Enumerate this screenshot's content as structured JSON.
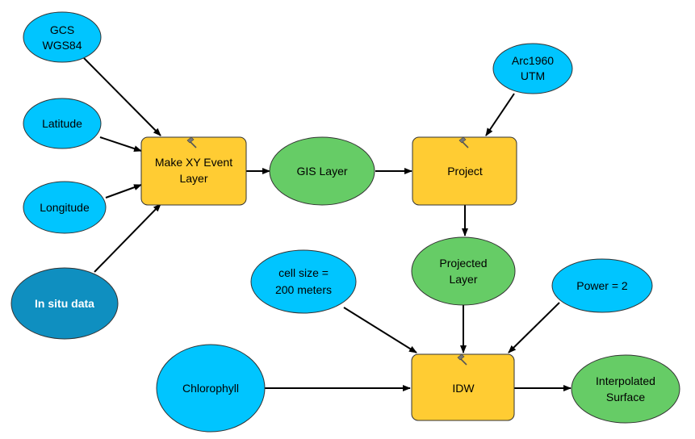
{
  "colors": {
    "input_ellipse": "#00C5FF",
    "dataset_ellipse": "#0F8FC0",
    "derived_ellipse": "#66CC66",
    "tool_box": "#FFCC33",
    "outline": "#333333",
    "arrow": "#000000"
  },
  "tool_icon": "hammer-icon",
  "nodes": {
    "gcs": {
      "line1": "GCS",
      "line2": "WGS84"
    },
    "latitude": {
      "label": "Latitude"
    },
    "longitude": {
      "label": "Longitude"
    },
    "insitu": {
      "label": "In situ data"
    },
    "make_xy": {
      "line1": "Make XY Event",
      "line2": "Layer"
    },
    "gis_layer": {
      "label": "GIS Layer"
    },
    "arc1960": {
      "line1": "Arc1960",
      "line2": "UTM"
    },
    "project": {
      "label": "Project"
    },
    "projected": {
      "line1": "Projected",
      "line2": "Layer"
    },
    "cellsize": {
      "line1": "cell size =",
      "line2": "200 meters"
    },
    "power": {
      "label": "Power = 2"
    },
    "chlorophyll": {
      "label": "Chlorophyll"
    },
    "idw": {
      "label": "IDW"
    },
    "interpolated": {
      "line1": "Interpolated",
      "line2": "Surface"
    }
  }
}
